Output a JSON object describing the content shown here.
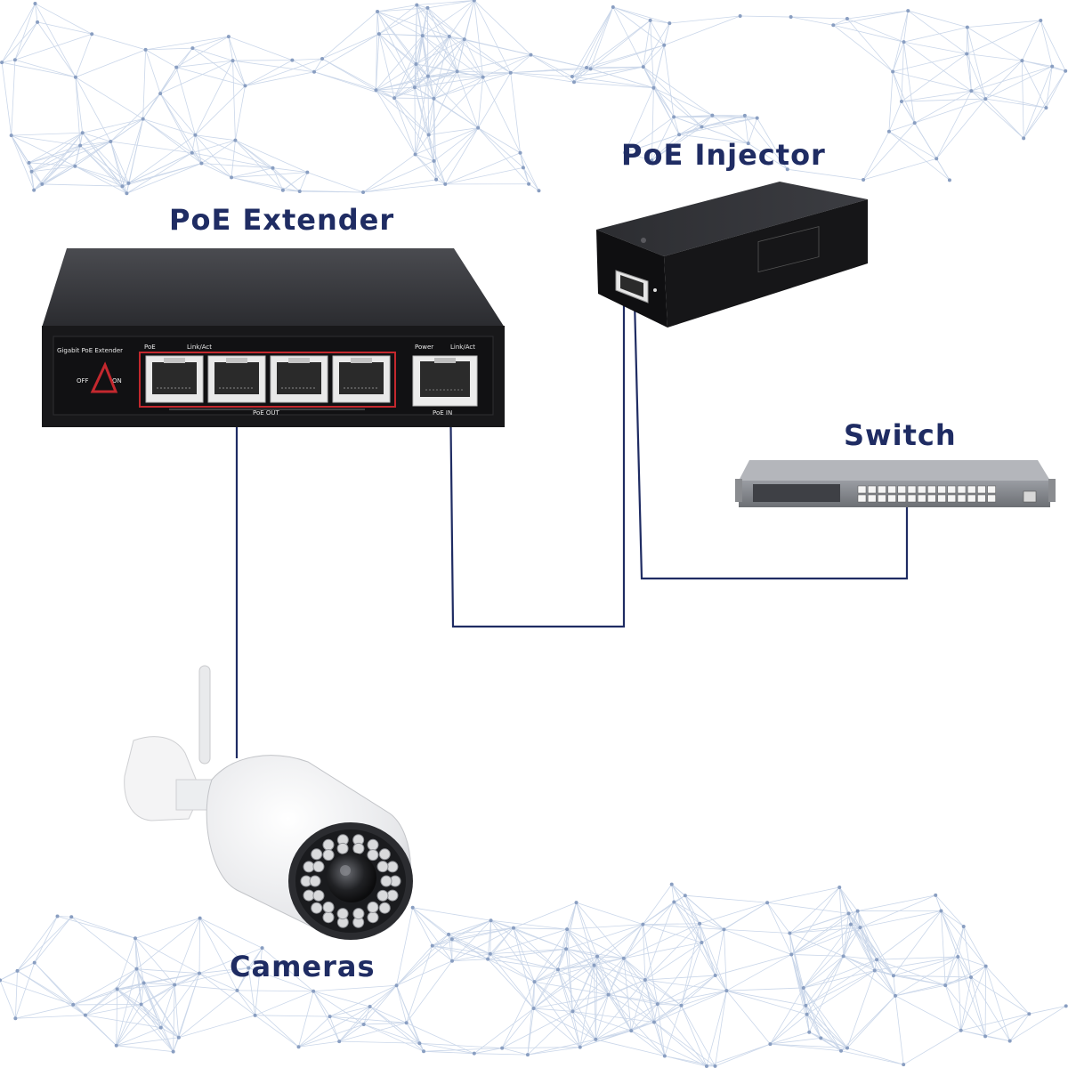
{
  "diagram": {
    "nodes": {
      "poe_extender": {
        "label": "PoE Extender"
      },
      "poe_injector": {
        "label": "PoE Injector"
      },
      "switch": {
        "label": "Switch"
      },
      "cameras": {
        "label": "Cameras"
      }
    },
    "edges": [
      {
        "from": "cameras",
        "to": "poe_extender"
      },
      {
        "from": "poe_extender",
        "to": "poe_injector"
      },
      {
        "from": "poe_injector",
        "to": "switch"
      }
    ],
    "device_markings": {
      "extender_model": "Gigabit PoE Extender",
      "port_poe": "PoE",
      "port_linkact": "Link/Act",
      "port_power": "Power",
      "port_linkact_2": "Link/Act",
      "poe_out": "PoE OUT",
      "poe_in": "PoE IN",
      "off": "OFF",
      "on": "ON"
    },
    "colors": {
      "label": "#1f2c63",
      "cable": "#1f2c63",
      "device": "#1c1c1e",
      "background_net": "#2a4f8f"
    }
  }
}
